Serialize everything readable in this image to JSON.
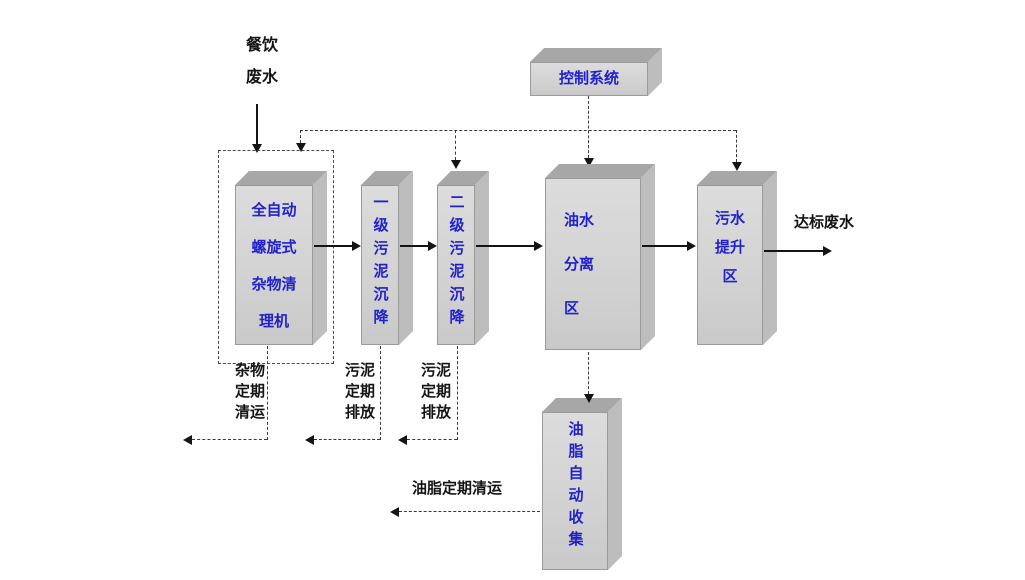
{
  "diagram": {
    "influent": {
      "line1": "餐饮",
      "line2": "废水"
    },
    "control_box": {
      "label": "控制系统"
    },
    "screw_machine": {
      "line1": "全自动",
      "line2": "螺旋式",
      "line3": "杂物清",
      "line4": "理机"
    },
    "sludge_stage1": {
      "label": "一级污泥沉降"
    },
    "sludge_stage2": {
      "label": "二级污泥沉降"
    },
    "oil_water": {
      "line1": "油水",
      "line2": "分离",
      "line3": "区"
    },
    "sewage_lift": {
      "line1": "污水",
      "line2": "提升",
      "line3": "区"
    },
    "grease_collection": {
      "label": "油脂自动收集"
    },
    "labels": {
      "debris_removal": {
        "line1": "杂物",
        "line2": "定期",
        "line3": "清运"
      },
      "sludge_discharge_1": {
        "line1": "污泥",
        "line2": "定期",
        "line3": "排放"
      },
      "sludge_discharge_2": {
        "line1": "污泥",
        "line2": "定期",
        "line3": "排放"
      },
      "grease_removal": "油脂定期清运",
      "effluent": "达标废水"
    },
    "colors": {
      "box_face": "#d2d2d2",
      "box_top": "#a7a7a7",
      "box_side": "#bdbdbd",
      "box_text": "#2121cc",
      "label_text": "#141414",
      "line": "#3a3a3a"
    }
  }
}
